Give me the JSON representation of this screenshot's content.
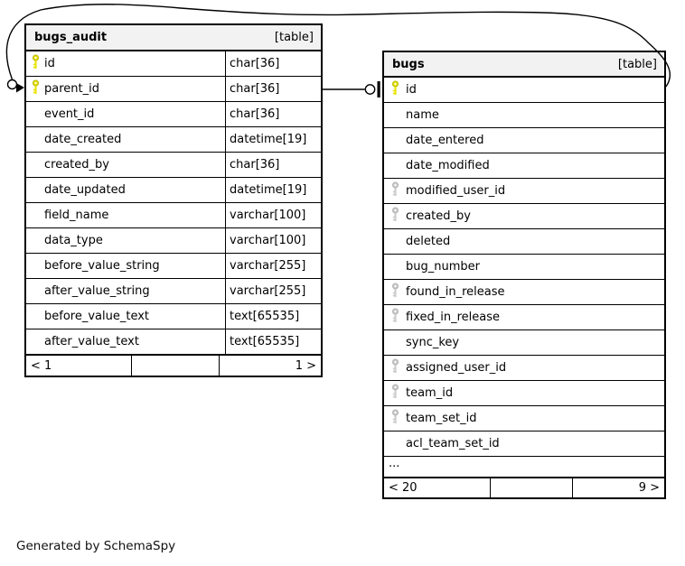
{
  "diagram": {
    "generator_note": "Generated by SchemaSpy",
    "colors": {
      "primary_key": "#e8e409",
      "primary_key_stroke": "#b8b400",
      "foreign_key": "#cbcbcb",
      "foreign_key_stroke": "#b2b2b2",
      "header_bg": "#f2f2f2",
      "border": "#000000"
    },
    "icons": {
      "primary_key_icon": "yellow-key-icon",
      "foreign_key_icon": "gray-key-icon",
      "zero_or_one_end": "circle-bar-connector-icon",
      "many_end": "circle-arrow-connector-icon"
    },
    "tables": [
      {
        "name": "bugs_audit",
        "kind": "[table]",
        "columns": [
          {
            "name": "id",
            "type": "char[36]",
            "key": "primary"
          },
          {
            "name": "parent_id",
            "type": "char[36]",
            "key": "primary"
          },
          {
            "name": "event_id",
            "type": "char[36]",
            "key": "none"
          },
          {
            "name": "date_created",
            "type": "datetime[19]",
            "key": "none"
          },
          {
            "name": "created_by",
            "type": "char[36]",
            "key": "none"
          },
          {
            "name": "date_updated",
            "type": "datetime[19]",
            "key": "none"
          },
          {
            "name": "field_name",
            "type": "varchar[100]",
            "key": "none"
          },
          {
            "name": "data_type",
            "type": "varchar[100]",
            "key": "none"
          },
          {
            "name": "before_value_string",
            "type": "varchar[255]",
            "key": "none"
          },
          {
            "name": "after_value_string",
            "type": "varchar[255]",
            "key": "none"
          },
          {
            "name": "before_value_text",
            "type": "text[65535]",
            "key": "none"
          },
          {
            "name": "after_value_text",
            "type": "text[65535]",
            "key": "none"
          }
        ],
        "footer": {
          "left": "< 1",
          "middle": "",
          "right": "1 >"
        }
      },
      {
        "name": "bugs",
        "kind": "[table]",
        "columns": [
          {
            "name": "id",
            "key": "primary"
          },
          {
            "name": "name",
            "key": "none"
          },
          {
            "name": "date_entered",
            "key": "none"
          },
          {
            "name": "date_modified",
            "key": "none"
          },
          {
            "name": "modified_user_id",
            "key": "foreign"
          },
          {
            "name": "created_by",
            "key": "foreign"
          },
          {
            "name": "deleted",
            "key": "none"
          },
          {
            "name": "bug_number",
            "key": "none"
          },
          {
            "name": "found_in_release",
            "key": "foreign"
          },
          {
            "name": "fixed_in_release",
            "key": "foreign"
          },
          {
            "name": "sync_key",
            "key": "none"
          },
          {
            "name": "assigned_user_id",
            "key": "foreign"
          },
          {
            "name": "team_id",
            "key": "foreign"
          },
          {
            "name": "team_set_id",
            "key": "foreign"
          },
          {
            "name": "acl_team_set_id",
            "key": "none"
          }
        ],
        "ellipsis": "...",
        "footer": {
          "left": "< 20",
          "middle": "",
          "right": "9 >"
        }
      }
    ]
  }
}
